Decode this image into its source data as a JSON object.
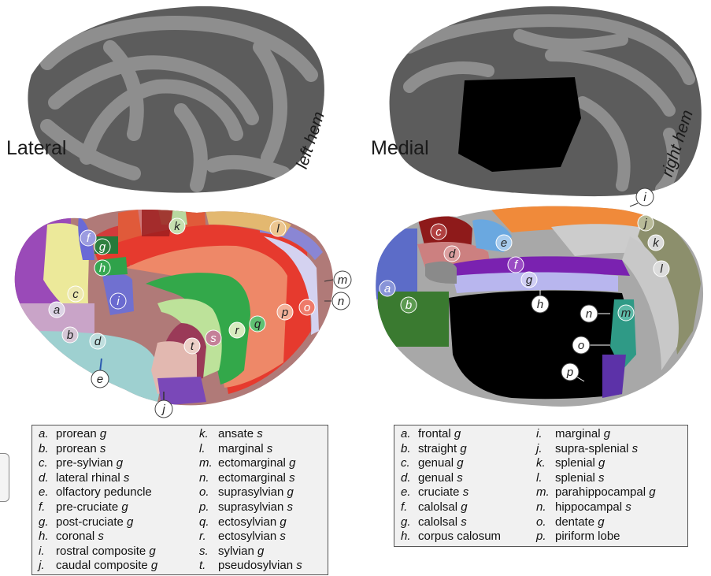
{
  "views": {
    "lateral": "Lateral",
    "medial": "Medial",
    "left_hem": "left hem",
    "right_hem": "right hem"
  },
  "lateral_markers": [
    "a",
    "b",
    "c",
    "d",
    "e",
    "f",
    "g",
    "h",
    "i",
    "j",
    "k",
    "l",
    "m",
    "n",
    "o",
    "p",
    "q",
    "r",
    "s",
    "t"
  ],
  "medial_markers": [
    "a",
    "b",
    "c",
    "d",
    "e",
    "f",
    "g",
    "h",
    "i",
    "j",
    "k",
    "l",
    "m",
    "n",
    "o",
    "p"
  ],
  "legend_lateral": {
    "col1": [
      {
        "key": "a.",
        "name": "prorean",
        "suffix": "g"
      },
      {
        "key": "b.",
        "name": "prorean",
        "suffix": "s"
      },
      {
        "key": "c.",
        "name": "pre-sylvian",
        "suffix": "g"
      },
      {
        "key": "d.",
        "name": "lateral rhinal",
        "suffix": "s"
      },
      {
        "key": "e.",
        "name": "olfactory peduncle",
        "suffix": ""
      },
      {
        "key": "f.",
        "name": "pre-cruciate",
        "suffix": "g"
      },
      {
        "key": "g.",
        "name": "post-cruciate",
        "suffix": "g"
      },
      {
        "key": "h.",
        "name": "coronal",
        "suffix": "s"
      },
      {
        "key": "i.",
        "name": "rostral composite",
        "suffix": "g"
      },
      {
        "key": "j.",
        "name": "caudal composite",
        "suffix": "g"
      }
    ],
    "col2": [
      {
        "key": "k.",
        "name": "ansate",
        "suffix": "s"
      },
      {
        "key": "l.",
        "name": "marginal",
        "suffix": "s"
      },
      {
        "key": "m.",
        "name": "ectomarginal",
        "suffix": "g"
      },
      {
        "key": "n.",
        "name": "ectomarginal",
        "suffix": "s"
      },
      {
        "key": "o.",
        "name": "suprasylvian",
        "suffix": "g"
      },
      {
        "key": "p.",
        "name": "suprasylvian",
        "suffix": "s"
      },
      {
        "key": "q.",
        "name": "ectosylvian",
        "suffix": "g"
      },
      {
        "key": "r.",
        "name": "ectosylvian",
        "suffix": "s"
      },
      {
        "key": "s.",
        "name": "sylvian",
        "suffix": "g"
      },
      {
        "key": "t.",
        "name": "pseudosylvian",
        "suffix": "s"
      }
    ]
  },
  "legend_medial": {
    "col1": [
      {
        "key": "a.",
        "name": "frontal",
        "suffix": "g"
      },
      {
        "key": "b.",
        "name": "straight",
        "suffix": "g"
      },
      {
        "key": "c.",
        "name": "genual",
        "suffix": "g"
      },
      {
        "key": "d.",
        "name": "genual",
        "suffix": "s"
      },
      {
        "key": "e.",
        "name": "cruciate",
        "suffix": "s"
      },
      {
        "key": "f.",
        "name": "calolsal",
        "suffix": "g"
      },
      {
        "key": "g.",
        "name": "calolsal",
        "suffix": "s"
      },
      {
        "key": "h.",
        "name": "corpus calosum",
        "suffix": ""
      }
    ],
    "col2": [
      {
        "key": "i.",
        "name": "marginal",
        "suffix": "g"
      },
      {
        "key": "j.",
        "name": "supra-splenial",
        "suffix": "s"
      },
      {
        "key": "k.",
        "name": "splenial",
        "suffix": "g"
      },
      {
        "key": "l.",
        "name": "splenial",
        "suffix": "s"
      },
      {
        "key": "m.",
        "name": "parahippocampal",
        "suffix": "g"
      },
      {
        "key": "n.",
        "name": "hippocampal",
        "suffix": "s"
      },
      {
        "key": "o.",
        "name": "dentate",
        "suffix": "g"
      },
      {
        "key": "p.",
        "name": "piriform lobe",
        "suffix": ""
      }
    ]
  },
  "colors": {
    "gyrus_gray": "#8a8a8a",
    "sulcus_gray": "#5a5a5a",
    "background": "#ffffff",
    "legend_bg": "#f1f1f1"
  }
}
